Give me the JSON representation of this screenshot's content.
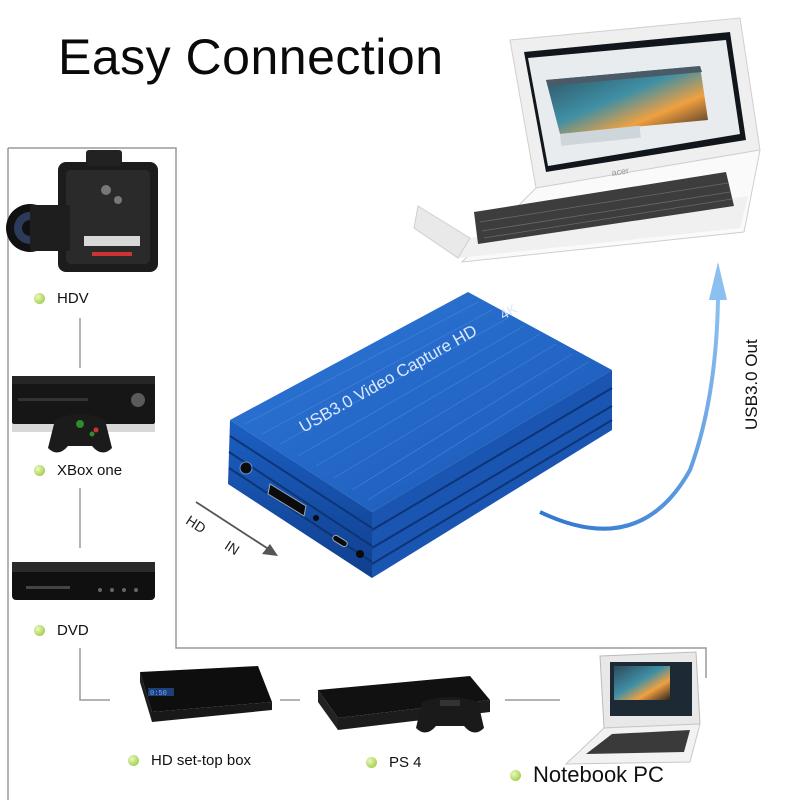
{
  "title": "Easy Connection",
  "device": {
    "brand_text": "USB3.0 Video Capture HD",
    "badge": "4K"
  },
  "input_label": {
    "line1": "HD",
    "line2": "IN"
  },
  "output_label": "USB3.0 Out",
  "sources": [
    {
      "name": "HDV"
    },
    {
      "name": "XBox one"
    },
    {
      "name": "DVD"
    },
    {
      "name": "HD set-top box"
    },
    {
      "name": "PS 4"
    },
    {
      "name": "Notebook PC"
    }
  ],
  "laptop_logo": "acer",
  "colors": {
    "device_blue": "#1f63c7",
    "arrow_blue": "#3b82d6",
    "bullet_green": "#a4cc55"
  }
}
